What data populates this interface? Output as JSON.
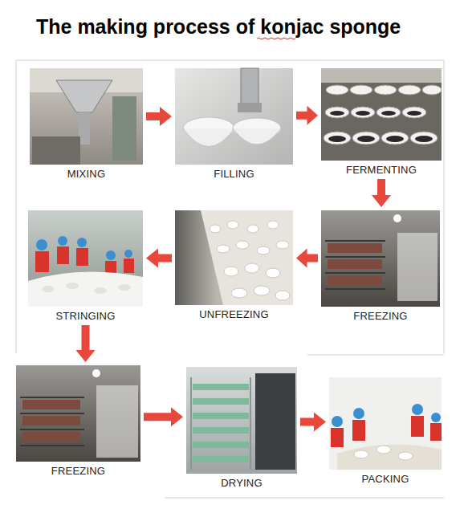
{
  "diagram": {
    "title": "The making process of konjac sponge",
    "nodes": [
      {
        "text": [
          "MIXING"
        ]
      },
      {
        "text": [
          "FILLING"
        ]
      },
      {
        "text": [
          "FERMENTING"
        ]
      },
      {
        "text": [
          "FREEZING"
        ]
      },
      {
        "text": [
          "UNFREEZING"
        ]
      },
      {
        "text": [
          "STRINGING"
        ]
      },
      {
        "text": [
          "FREEZING"
        ]
      },
      {
        "text": [
          "DRYING"
        ]
      },
      {
        "text": [
          "PACKING"
        ]
      }
    ],
    "edges": [
      {
        "from": 0,
        "to": 1,
        "arrow": "to"
      },
      {
        "from": 1,
        "to": 2,
        "arrow": "to"
      },
      {
        "from": 2,
        "to": 3,
        "arrow": "to"
      },
      {
        "from": 3,
        "to": 4,
        "arrow": "to"
      },
      {
        "from": 4,
        "to": 5,
        "arrow": "to"
      },
      {
        "from": 5,
        "to": 6,
        "arrow": "to"
      },
      {
        "from": 6,
        "to": 7,
        "arrow": "to"
      },
      {
        "from": 7,
        "to": 8,
        "arrow": "to"
      }
    ]
  }
}
